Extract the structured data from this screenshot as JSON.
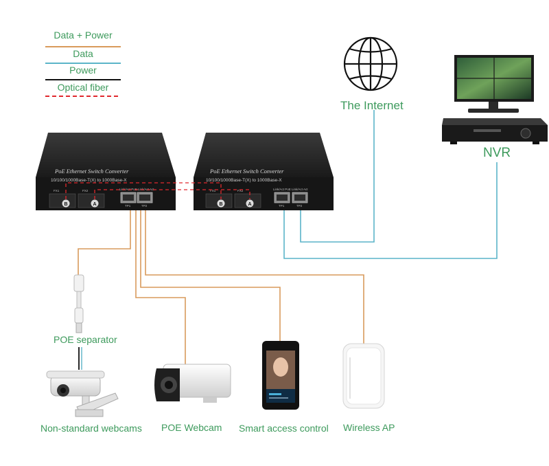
{
  "legend": {
    "data_power": "Data + Power",
    "data": "Data",
    "power": "Power",
    "optical_fiber": "Optical fiber",
    "colors": {
      "data_power": "#d99a5b",
      "data": "#5ab4c8",
      "power": "#111111",
      "optical_fiber": "#e0282d"
    }
  },
  "converters": {
    "title": "PoE Ethernet Switch Converter",
    "subtitle": "10/100/1000Base-T(X) to 1000Base-X",
    "port_fx1": "FX1",
    "port_fx2": "FX2",
    "port_tp1": "TP1",
    "port_tp2": "TP2",
    "port_b": "B",
    "port_a": "A",
    "led_labels": "Link/Act  PoE  Link/Act  Act"
  },
  "devices": {
    "internet": "The Internet",
    "nvr": "NVR",
    "poe_separator": "POE separator",
    "non_standard_webcams": "Non-standard webcams",
    "poe_webcam": "POE Webcam",
    "smart_access_control": "Smart access control",
    "wireless_ap": "Wireless AP"
  }
}
